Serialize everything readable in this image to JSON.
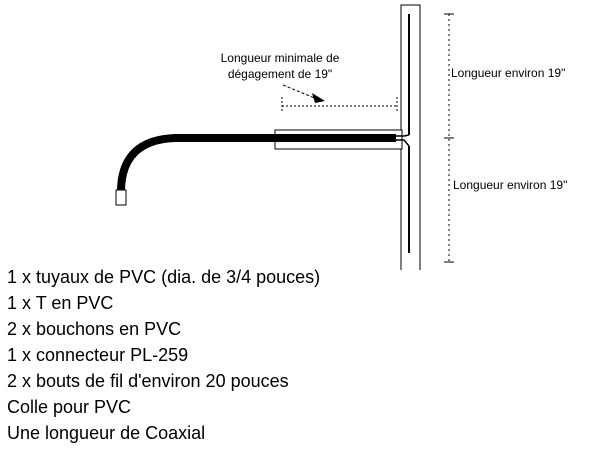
{
  "diagram": {
    "clearance_label": {
      "line1": "Longueur minimale de",
      "line2": "dégagement de 19\""
    },
    "upper_length_label": "Longueur environ 19\"",
    "lower_length_label": "Longueur environ 19\""
  },
  "materials": [
    "1 x tuyaux de PVC (dia. de 3/4 pouces)",
    "1 x T en PVC",
    "2 x bouchons en PVC",
    "1 x connecteur PL-259",
    "2 x bouts de fil d'environ 20 pouces",
    "Colle pour PVC",
    "Une longueur de Coaxial"
  ],
  "colors": {
    "ink": "#000000",
    "background": "#ffffff"
  }
}
